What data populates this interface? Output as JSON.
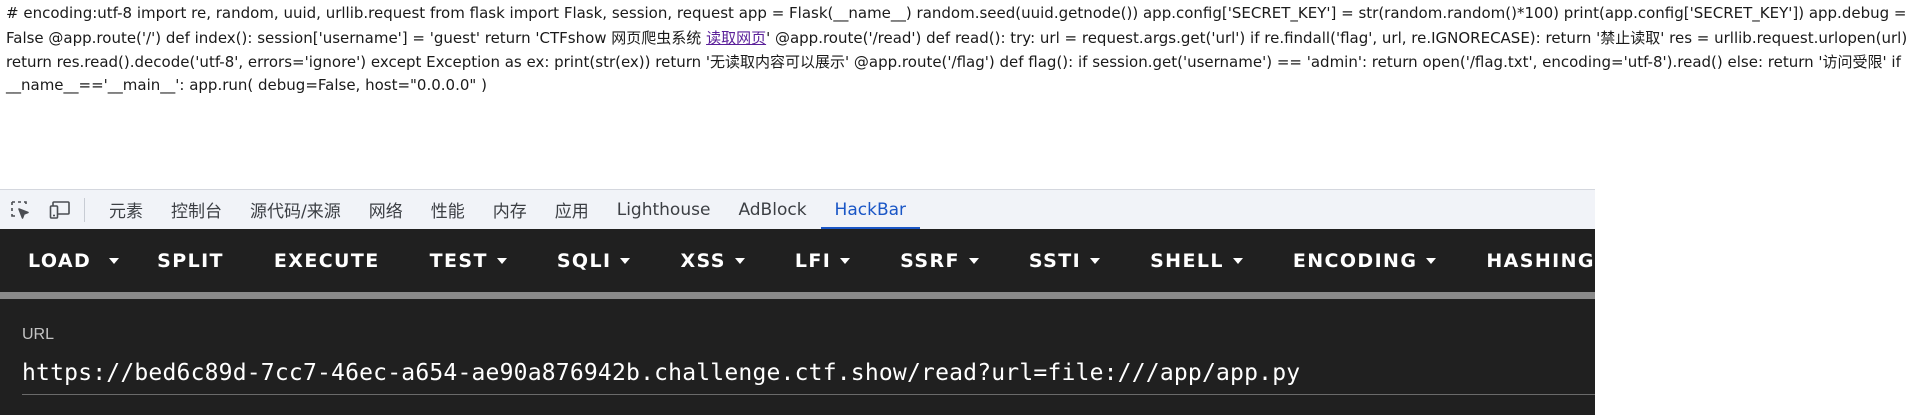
{
  "page": {
    "line1": "# encoding:utf-8 import re, random, uuid, urllib.request from flask import Flask, session, request app = Flask(__name__) random.seed(uuid.getnode()) app.config['SECRET_KEY'] = str(random.random()*100) print(app.config['SECRET_KEY']) app.debug =",
    "line2_before_link": "False @app.route('/') def index(): session['username'] = 'guest' return 'CTFshow 网页爬虫系统 ",
    "line2_link": "读取网页",
    "line2_after_link": "' @app.route('/read') def read(): try: url = request.args.get('url') if re.findall('flag', url, re.IGNORECASE): return '禁止读取' res = urllib.request.urlopen(url)",
    "line3": "return res.read().decode('utf-8', errors='ignore') except Exception as ex: print(str(ex)) return '无读取内容可以展示' @app.route('/flag') def flag(): if session.get('username') == 'admin': return open('/flag.txt', encoding='utf-8').read() else: return '访问受限' if",
    "line4": "__name__=='__main__': app.run( debug=False, host=\"0.0.0.0\" )"
  },
  "devtools": {
    "inspect_icon": "inspect-element-icon",
    "device_icon": "device-toolbar-icon",
    "tabs": [
      "元素",
      "控制台",
      "源代码/来源",
      "网络",
      "性能",
      "内存",
      "应用",
      "Lighthouse",
      "AdBlock",
      "HackBar"
    ],
    "active_tab": "HackBar",
    "active_color": "#1a56c6"
  },
  "hackbar": {
    "buttons": {
      "load": "LOAD",
      "split": "SPLIT",
      "execute": "EXECUTE",
      "test": "TEST",
      "sqli": "SQLI",
      "xss": "XSS",
      "lfi": "LFI",
      "ssrf": "SSRF",
      "ssti": "SSTI",
      "shell": "SHELL",
      "encoding": "ENCODING",
      "hashing": "HASHING"
    },
    "url_label": "URL",
    "url_value": "https://bed6c89d-7cc7-46ec-a654-ae90a876942b.challenge.ctf.show/read?url=file:///app/app.py",
    "background": "#202020"
  }
}
